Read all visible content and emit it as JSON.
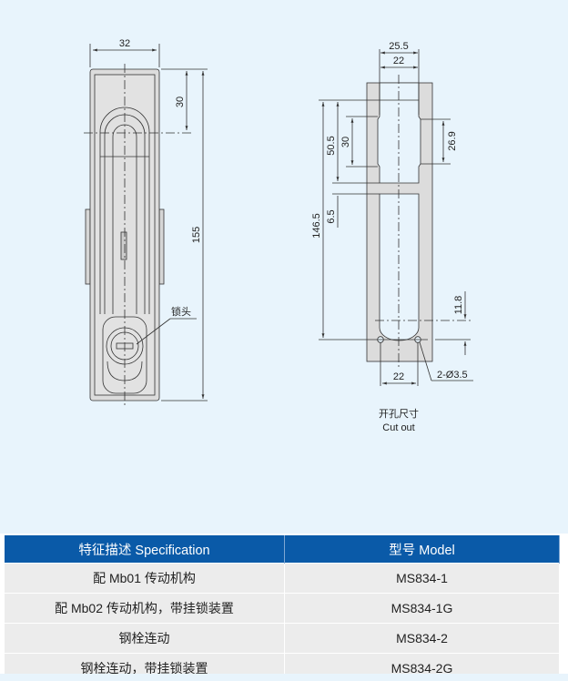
{
  "drawing": {
    "front_view": {
      "dim_width": "32",
      "dim_top": "30",
      "dim_height": "155",
      "callout_lock": "锁头"
    },
    "cutout": {
      "dim_outer_width": "25.5",
      "dim_inner_width": "22",
      "dim_50_5": "50.5",
      "dim_30": "30",
      "dim_26_9": "26.9",
      "dim_6_5": "6.5",
      "dim_146_5": "146.5",
      "dim_11_8": "11.8",
      "dim_hole_spacing": "22",
      "dim_holes": "2-Ø3.5",
      "caption_cn": "开孔尺寸",
      "caption_en": "Cut out"
    }
  },
  "table": {
    "headers": [
      "特征描述 Specification",
      "型号 Model"
    ],
    "rows": [
      {
        "spec": "配 Mb01 传动机构",
        "model": "MS834-1"
      },
      {
        "spec": "配 Mb02 传动机构，带挂锁装置",
        "model": "MS834-1G"
      },
      {
        "spec": "钢栓连动",
        "model": "MS834-2"
      },
      {
        "spec": "钢栓连动，带挂锁装置",
        "model": "MS834-2G"
      }
    ]
  },
  "colors": {
    "background": "#e8f4fc",
    "header": "#0a5aa8",
    "row": "#ececec"
  }
}
